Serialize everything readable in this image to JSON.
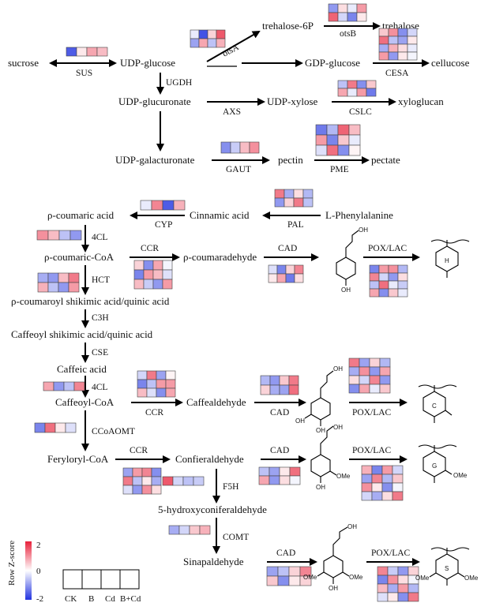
{
  "colors": {
    "high": "#e8213a",
    "mid": "#ffffff",
    "low": "#2233e0"
  },
  "metabolites": {
    "sucrose": "sucrose",
    "udp_glucose": "UDP-glucose",
    "trehalose6p": "trehalose-6P",
    "trehalose": "trehalose",
    "gdp_glucose": "GDP-glucose",
    "cellucose": "cellucose",
    "udp_glucuronate": "UDP-glucuronate",
    "udp_xylose": "UDP-xylose",
    "xyloglucan": "xyloglucan",
    "udp_galacturonate": "UDP-galacturonate",
    "pectin": "pectin",
    "pectate": "pectate",
    "coumaric_acid": "ρ-coumaric acid",
    "cinnamic_acid": "Cinnamic acid",
    "phenylalanine": "L-Phenylalanine",
    "coumaric_coa": "ρ-coumaric-CoA",
    "coumaradehyde": "ρ-coumaradehyde",
    "coumaroyl_shikimic": "ρ-coumaroyl shikimic acid/quinic acid",
    "caffeoyl_shikimic": "Caffeoyl shikimic acid/quinic acid",
    "caffeic_acid": "Caffeic acid",
    "caffeoyl_coa": "Caffeoyl-CoA",
    "caffealdehyde": "Caffealdehyde",
    "feryloryl_coa": "Feryloryl-CoA",
    "confieraldehyde": "Confieraldehyde",
    "hydroxyconiferaldehyde": "5-hydroxyconiferaldehyde",
    "sinapaldehyde": "Sinapaldehyde"
  },
  "enzymes": {
    "sus": "SUS",
    "otsA": "otsA",
    "otsB": "otsB",
    "cesa": "CESA",
    "ugdh": "UGDH",
    "axs": "AXS",
    "cslc": "CSLC",
    "gaut": "GAUT",
    "pme": "PME",
    "pal": "PAL",
    "cyp": "CYP",
    "fourcl_1": "4CL",
    "ccr_1": "CCR",
    "cad_1": "CAD",
    "poxlac_1": "POX/LAC",
    "hct": "HCT",
    "c3h": "C3H",
    "cse": "CSE",
    "fourcl_2": "4CL",
    "ccr_2": "CCR",
    "cad_2": "CAD",
    "poxlac_2": "POX/LAC",
    "ccoaomt": "CCoAOMT",
    "ccr_3": "CCR",
    "cad_3": "CAD",
    "poxlac_3": "POX/LAC",
    "f5h": "F5H",
    "comt": "COMT",
    "cad_4": "CAD",
    "poxlac_4": "POX/LAC"
  },
  "structure_labels": {
    "oh": "OH",
    "ome": "OMe",
    "ring_h": "H",
    "ring_c": "C",
    "ring_g": "G",
    "ring_s": "S"
  },
  "legend": {
    "title": "Row Z-score",
    "max": "2",
    "mid": "0",
    "min": "-2",
    "columns": [
      "CK",
      "B",
      "Cd",
      "B+Cd"
    ]
  },
  "heatmaps": [
    {
      "name": "SUS",
      "rows": [
        [
          -1.6,
          0.2,
          0.8,
          0.6
        ]
      ]
    },
    {
      "name": "otsA",
      "rows": [
        [
          -0.2,
          -1.7,
          0.4,
          1.5
        ],
        [
          -0.9,
          0.8,
          -0.6,
          0.7
        ]
      ]
    },
    {
      "name": "otsB",
      "rows": [
        [
          -1.0,
          0.3,
          -0.2,
          0.9
        ],
        [
          1.4,
          -0.4,
          -1.2,
          0.2
        ]
      ]
    },
    {
      "name": "CESA",
      "rows": [
        [
          0.5,
          1.0,
          -1.1,
          -0.4
        ],
        [
          1.3,
          -0.6,
          -0.9,
          0.2
        ],
        [
          -0.8,
          0.7,
          0.3,
          -0.2
        ],
        [
          0.9,
          -1.0,
          0.2,
          -0.1
        ]
      ]
    },
    {
      "name": "CSLC",
      "rows": [
        [
          -0.6,
          1.2,
          -1.1,
          0.5
        ],
        [
          0.8,
          -0.2,
          0.9,
          -1.3
        ]
      ]
    },
    {
      "name": "GAUT",
      "rows": [
        [
          -1.1,
          -0.5,
          0.6,
          1.0
        ]
      ]
    },
    {
      "name": "PME",
      "rows": [
        [
          -1.3,
          -0.7,
          1.4,
          0.6
        ],
        [
          0.9,
          -1.2,
          0.5,
          -0.2
        ],
        [
          -0.3,
          1.3,
          -1.1,
          0.1
        ]
      ]
    },
    {
      "name": "PAL",
      "rows": [
        [
          1.2,
          -0.8,
          0.3,
          -0.7
        ],
        [
          -1.0,
          0.4,
          1.2,
          -0.6
        ]
      ]
    },
    {
      "name": "CYP",
      "rows": [
        [
          -0.2,
          1.1,
          -1.6,
          0.7
        ]
      ]
    },
    {
      "name": "4CL_1",
      "rows": [
        [
          1.0,
          0.6,
          -0.6,
          -1.0
        ]
      ]
    },
    {
      "name": "CCR_1",
      "rows": [
        [
          0.4,
          -1.1,
          0.8,
          -0.1
        ],
        [
          -1.2,
          0.9,
          0.6,
          -0.3
        ],
        [
          0.6,
          -0.5,
          -1.0,
          0.9
        ]
      ]
    },
    {
      "name": "CAD_1",
      "rows": [
        [
          -0.3,
          -1.2,
          0.4,
          1.1
        ],
        [
          0.2,
          0.8,
          -1.3,
          0.3
        ]
      ]
    },
    {
      "name": "POX_LAC_1",
      "rows": [
        [
          -1.2,
          0.9,
          1.0,
          -0.7
        ],
        [
          1.1,
          -0.4,
          -1.0,
          0.3
        ],
        [
          -0.6,
          1.3,
          -0.2,
          -0.5
        ],
        [
          0.8,
          -1.1,
          0.5,
          -0.2
        ]
      ]
    },
    {
      "name": "HCT",
      "rows": [
        [
          -0.8,
          -1.0,
          0.6,
          1.2
        ],
        [
          0.7,
          -0.6,
          -1.0,
          0.9
        ]
      ]
    },
    {
      "name": "4CL_2",
      "rows": [
        [
          0.8,
          -1.0,
          -0.6,
          1.1
        ]
      ]
    },
    {
      "name": "CCR_2",
      "rows": [
        [
          -0.4,
          1.2,
          -0.9,
          0.1
        ],
        [
          -1.2,
          -0.6,
          0.9,
          0.9
        ],
        [
          0.6,
          -0.3,
          -1.1,
          0.8
        ]
      ]
    },
    {
      "name": "CAD_2",
      "rows": [
        [
          -0.7,
          -1.0,
          0.5,
          1.2
        ],
        [
          0.4,
          -0.8,
          -0.9,
          1.3
        ]
      ]
    },
    {
      "name": "POX_LAC_2",
      "rows": [
        [
          1.2,
          -0.9,
          0.4,
          -0.7
        ],
        [
          -0.8,
          1.0,
          -1.0,
          0.8
        ],
        [
          0.3,
          -0.4,
          1.1,
          -1.0
        ],
        [
          -1.1,
          0.8,
          -0.2,
          0.5
        ]
      ]
    },
    {
      "name": "CCoAOMT",
      "rows": [
        [
          -1.2,
          1.3,
          0.2,
          -0.3
        ]
      ]
    },
    {
      "name": "CCR_3",
      "rows": [
        [
          -0.9,
          0.9,
          1.1,
          -1.1
        ],
        [
          1.2,
          -0.6,
          0.2,
          -0.8
        ],
        [
          -0.3,
          -1.0,
          1.0,
          0.3
        ]
      ]
    },
    {
      "name": "F5H",
      "rows": [
        [
          1.5,
          -0.4,
          -0.6,
          -0.5
        ]
      ]
    },
    {
      "name": "CAD_3",
      "rows": [
        [
          -0.6,
          -0.9,
          0.2,
          1.3
        ],
        [
          0.8,
          -1.0,
          0.3,
          -0.1
        ]
      ]
    },
    {
      "name": "POX_LAC_3",
      "rows": [
        [
          0.7,
          -1.2,
          0.9,
          -0.4
        ],
        [
          -0.9,
          1.1,
          -0.7,
          0.5
        ],
        [
          1.0,
          0.2,
          -1.1,
          -0.1
        ],
        [
          -0.4,
          -0.8,
          0.3,
          1.2
        ]
      ]
    },
    {
      "name": "COMT",
      "rows": [
        [
          -0.8,
          -0.4,
          0.5,
          0.7
        ]
      ]
    },
    {
      "name": "CAD_4",
      "rows": [
        [
          -0.9,
          -0.6,
          0.4,
          1.1
        ],
        [
          0.5,
          -1.1,
          0.2,
          0.4
        ]
      ]
    },
    {
      "name": "POX_LAC_4",
      "rows": [
        [
          1.1,
          -0.5,
          -1.0,
          0.4
        ],
        [
          -1.2,
          1.0,
          0.3,
          -0.1
        ],
        [
          0.6,
          -0.8,
          0.9,
          -0.7
        ],
        [
          -0.3,
          0.2,
          -1.1,
          1.2
        ]
      ]
    }
  ]
}
